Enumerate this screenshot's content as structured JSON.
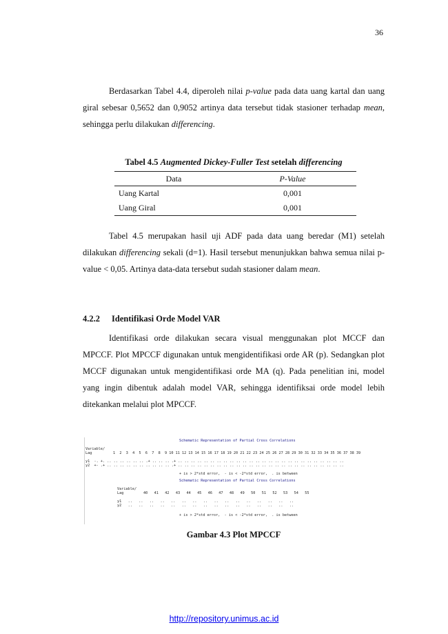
{
  "page_number": "36",
  "paragraph1": {
    "t1": "Berdasarkan Tabel 4.4, diperoleh nilai ",
    "i1": "p-value",
    "t2": " pada data uang kartal dan uang giral sebesar 0,5652 dan 0,9052 artinya data tersebut tidak stasioner terhadap ",
    "i2": "mean",
    "t3": ", sehingga perlu dilakukan ",
    "i3": "differencing",
    "t4": "."
  },
  "table": {
    "caption_prefix": "Tabel 4.5 ",
    "caption_italic": "Augmented Dickey-Fuller Test",
    "caption_mid": " setelah ",
    "caption_italic2": "differencing",
    "headers": [
      "Data",
      "P-Value"
    ],
    "rows": [
      [
        "Uang Kartal",
        "0,001"
      ],
      [
        "Uang Giral",
        "0,001"
      ]
    ]
  },
  "paragraph2": {
    "t1": "Tabel 4.5 merupakan hasil uji ADF pada data uang beredar (M1) setelah dilakukan ",
    "i1": "differencing",
    "t2": " sekali (d=1). Hasil tersebut menunjukkan bahwa semua nilai p-value < 0,05. Artinya data-data tersebut sudah stasioner dalam ",
    "i2": "mean",
    "t3": "."
  },
  "section": {
    "number": "4.2.2",
    "title": "Identifikasi Orde Model VAR"
  },
  "paragraph3": "Identifikasi orde dilakukan secara visual menggunakan plot MCCF dan MPCCF. Plot MPCCF digunakan untuk mengidentifikasi orde AR (p). Sedangkan plot MCCF digunakan untuk mengidentifikasi orde MA (q). Pada penelitian ini, model yang ingin dibentuk adalah model VAR, sehingga identifiksai orde model lebih ditekankan melalui plot MPCCF.",
  "figure": {
    "title": "Schematic Representation of Partial Cross Correlations",
    "variable_label": "Variable/",
    "lag_label": "Lag",
    "lags_row1": "1  2  3  4  5  6  7  8  9 10 11 12 13 14 15 16 17 18 19 20 21 22 23 24 25 26 27 28 29 30 31 32 33 34 35 36 37 38 39",
    "y1_row1": "y1  -. +. .. .. .. .. .. .. .+ .. .. .. .+ .. .. .. .. .. .. .. .. .. .. .. .. .. .. .. .. .. .. .. .. .. .. .. .. .. ..",
    "y2_row1": "y2  +- .+ .. .. .. .. .. .. .. .. .. .. .+ .. .. .. .. .. .. .. .. .. .. .. .. .. .. .. .. .. .. .. .. .. .. .. .. .. ..",
    "legend": "+ is > 2*std error,  - is < -2*std error,  . is between",
    "lags_row2": "40   41   42   43   44   45   46   47   48   49   50   51   52   53   54   55",
    "y1_row2": "y1   ..   ..   ..   ..   ..   ..   ..   ..   ..   ..   ..   ..   ..   ..   ..   ..",
    "y2_row2": "y2   ..   ..   ..   ..   ..   ..   ..   ..   ..   ..   ..   ..   ..   ..   ..   ..",
    "caption": "Gambar 4.3 Plot MPCCF"
  },
  "footer_url": "http://repository.unimus.ac.id"
}
